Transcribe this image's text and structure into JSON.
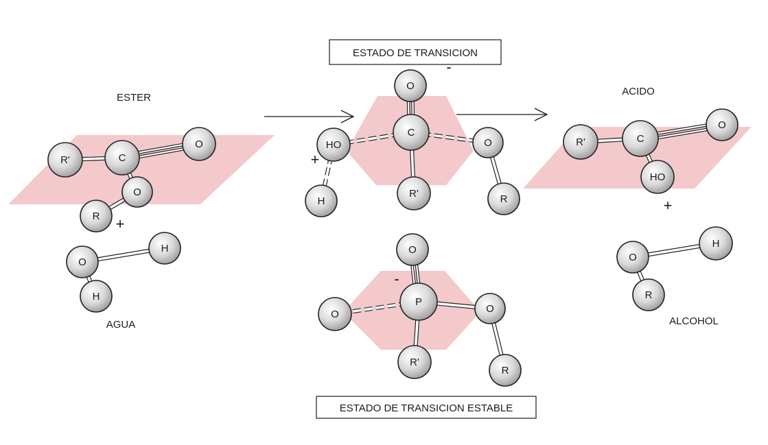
{
  "colors": {
    "plane": "#f3c9cc",
    "atom_fill": "#dcdcdc",
    "atom_stroke": "#222222",
    "bond": "#222222",
    "text": "#1a1a1a"
  },
  "labels": {
    "ester": "ESTER",
    "water": "AGUA",
    "acid": "ACIDO",
    "alcohol": "ALCOHOL",
    "transition_state": "ESTADO DE TRANSICION",
    "stable_transition_state": "ESTADO DE TRANSICION ESTABLE"
  },
  "signs": {
    "plus": "+",
    "minus": "-"
  },
  "atoms": {
    "r_prime": "R'",
    "carbon": "C",
    "oxygen": "O",
    "hydrogen": "H",
    "r_group": "R",
    "hydroxyl": "HO",
    "phosphorus": "P"
  }
}
